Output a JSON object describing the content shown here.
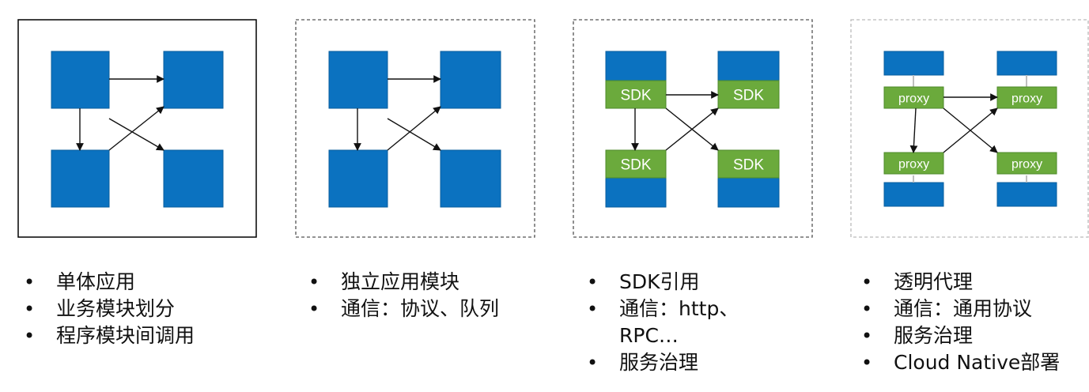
{
  "columns": [
    {
      "panel_style": "solid",
      "module_type": "plain",
      "bullets": [
        "单体应用",
        "业务模块划分",
        "程序模块间调用"
      ]
    },
    {
      "panel_style": "dashed",
      "module_type": "plain",
      "bullets": [
        "独立应用模块",
        "通信：协议、队列"
      ]
    },
    {
      "panel_style": "dashed",
      "module_type": "sdk",
      "module_label": "SDK",
      "bullets": [
        "SDK引用",
        "通信：http、RPC…",
        "服务治理"
      ]
    },
    {
      "panel_style": "dashed-light",
      "module_type": "proxy",
      "module_label": "proxy",
      "bullets": [
        "透明代理",
        "通信：通用协议",
        "服务治理",
        "Cloud Native部署"
      ]
    }
  ],
  "colors": {
    "module_blue": "#0B72C0",
    "module_blue_border": "#0A5E9E",
    "sdk_green": "#6BAA3C",
    "sdk_green_border": "#4E8A2A",
    "arrow": "#111111",
    "panel_solid": "#000000",
    "panel_dashed": "#555555",
    "panel_dashed_light": "#BBBBBB",
    "connector_gray": "#BFBFBF"
  }
}
